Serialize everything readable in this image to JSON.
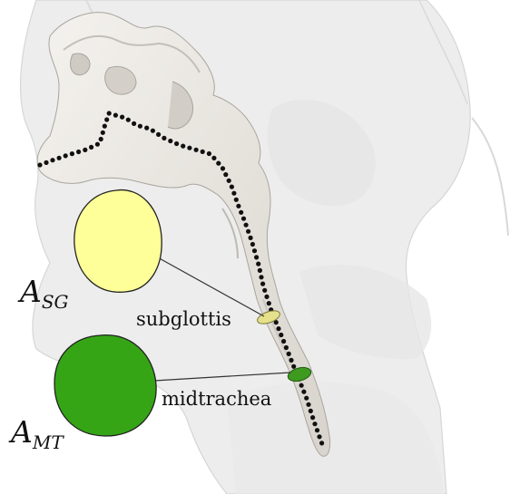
{
  "areas": {
    "subglottis": {
      "symbol": "A",
      "subscript": "SG",
      "region_label": "subglottis",
      "color": "#ffff99"
    },
    "midtrachea": {
      "symbol": "A",
      "subscript": "MT",
      "region_label": "midtrachea",
      "color": "#35a515"
    }
  },
  "colors": {
    "airway": "#ece9e3",
    "centerline_dots": "#111111",
    "body_silhouette": "#dcdcdc"
  }
}
